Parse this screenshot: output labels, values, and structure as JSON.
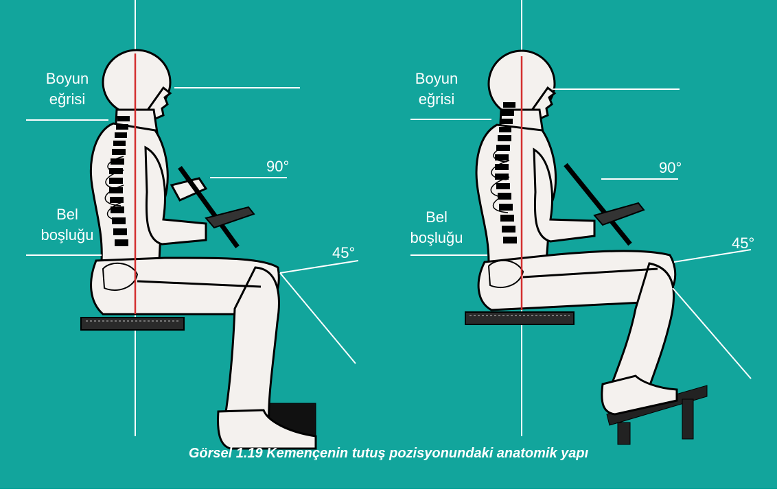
{
  "panel_color": "#12a59c",
  "figures": [
    {
      "neck_label_line1": "Boyun",
      "neck_label_line2": "eğrisi",
      "back_label_line1": "Bel",
      "back_label_line2": "boşluğu",
      "angle_top": "90°",
      "angle_bottom": "45°"
    },
    {
      "neck_label_line1": "Boyun",
      "neck_label_line2": "eğrisi",
      "back_label_line1": "Bel",
      "back_label_line2": "boşluğu",
      "angle_top": "90°",
      "angle_bottom": "45°"
    }
  ],
  "caption": "Görsel 1.19  Kemençenin tutuş pozisyonundaki anatomik yapı"
}
